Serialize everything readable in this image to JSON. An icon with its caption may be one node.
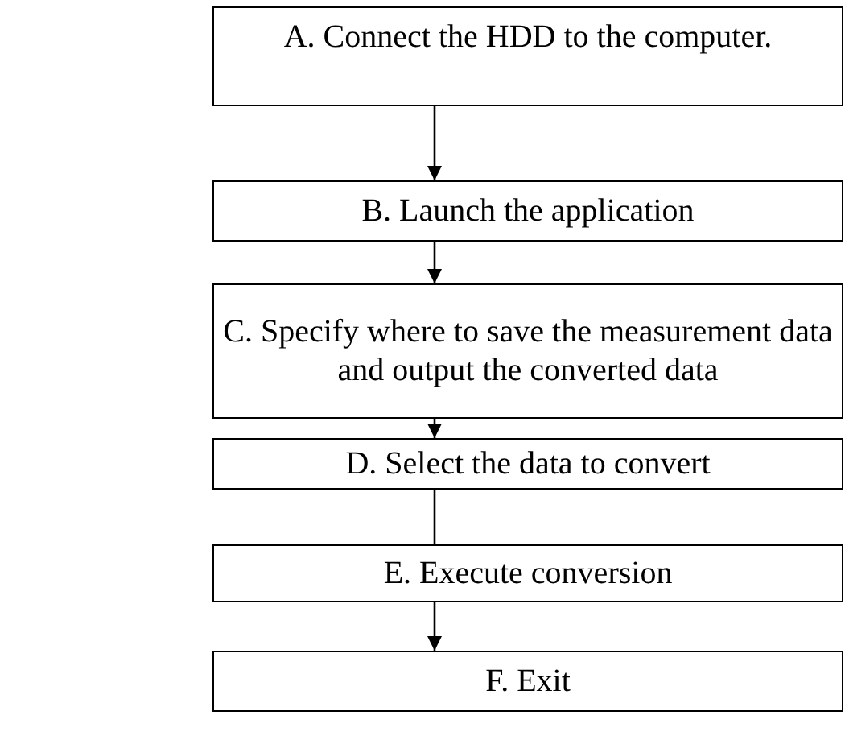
{
  "diagram": {
    "nodes": [
      {
        "text": [
          "A. Connect the HDD to the computer."
        ]
      },
      {
        "text": [
          "B. Launch the application"
        ]
      },
      {
        "text": [
          "C. Specify where to save the measurement data and output the converted data"
        ]
      },
      {
        "text": [
          "D. Select the data to convert"
        ]
      },
      {
        "text": [
          "E. Execute conversion"
        ]
      },
      {
        "text": [
          "F. Exit"
        ]
      }
    ],
    "edges": [
      {
        "from": 0,
        "to": 1,
        "arrow": "to"
      },
      {
        "from": 1,
        "to": 2,
        "arrow": "to"
      },
      {
        "from": 2,
        "to": 3,
        "arrow": "to"
      },
      {
        "from": 3,
        "to": 4,
        "arrow": "none"
      },
      {
        "from": 4,
        "to": 5,
        "arrow": "to"
      }
    ]
  }
}
